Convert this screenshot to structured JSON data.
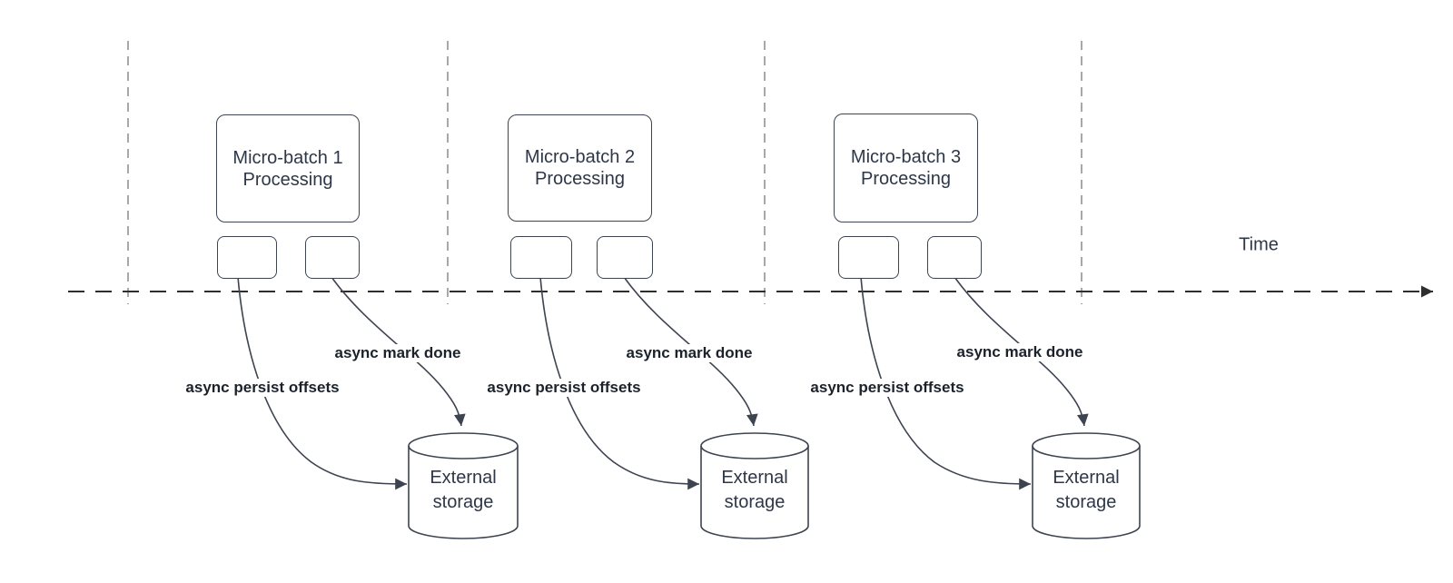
{
  "colors": {
    "stroke": "#3d4450",
    "box-text": "#2e3747",
    "label-text": "#1c222c",
    "guide": "#a8a8a8",
    "timeline": "#2e2e2e",
    "bg": "#ffffff"
  },
  "diagram": {
    "time_label": "Time",
    "batches": [
      {
        "title": "Micro-batch 1",
        "subtitle": "Processing",
        "persist_label": "async persist offsets",
        "mark_label": "async mark done",
        "storage_line1": "External",
        "storage_line2": "storage"
      },
      {
        "title": "Micro-batch 2",
        "subtitle": "Processing",
        "persist_label": "async persist offsets",
        "mark_label": "async mark done",
        "storage_line1": "External",
        "storage_line2": "storage"
      },
      {
        "title": "Micro-batch 3",
        "subtitle": "Processing",
        "persist_label": "async persist offsets",
        "mark_label": "async mark done",
        "storage_line1": "External",
        "storage_line2": "storage"
      }
    ]
  }
}
